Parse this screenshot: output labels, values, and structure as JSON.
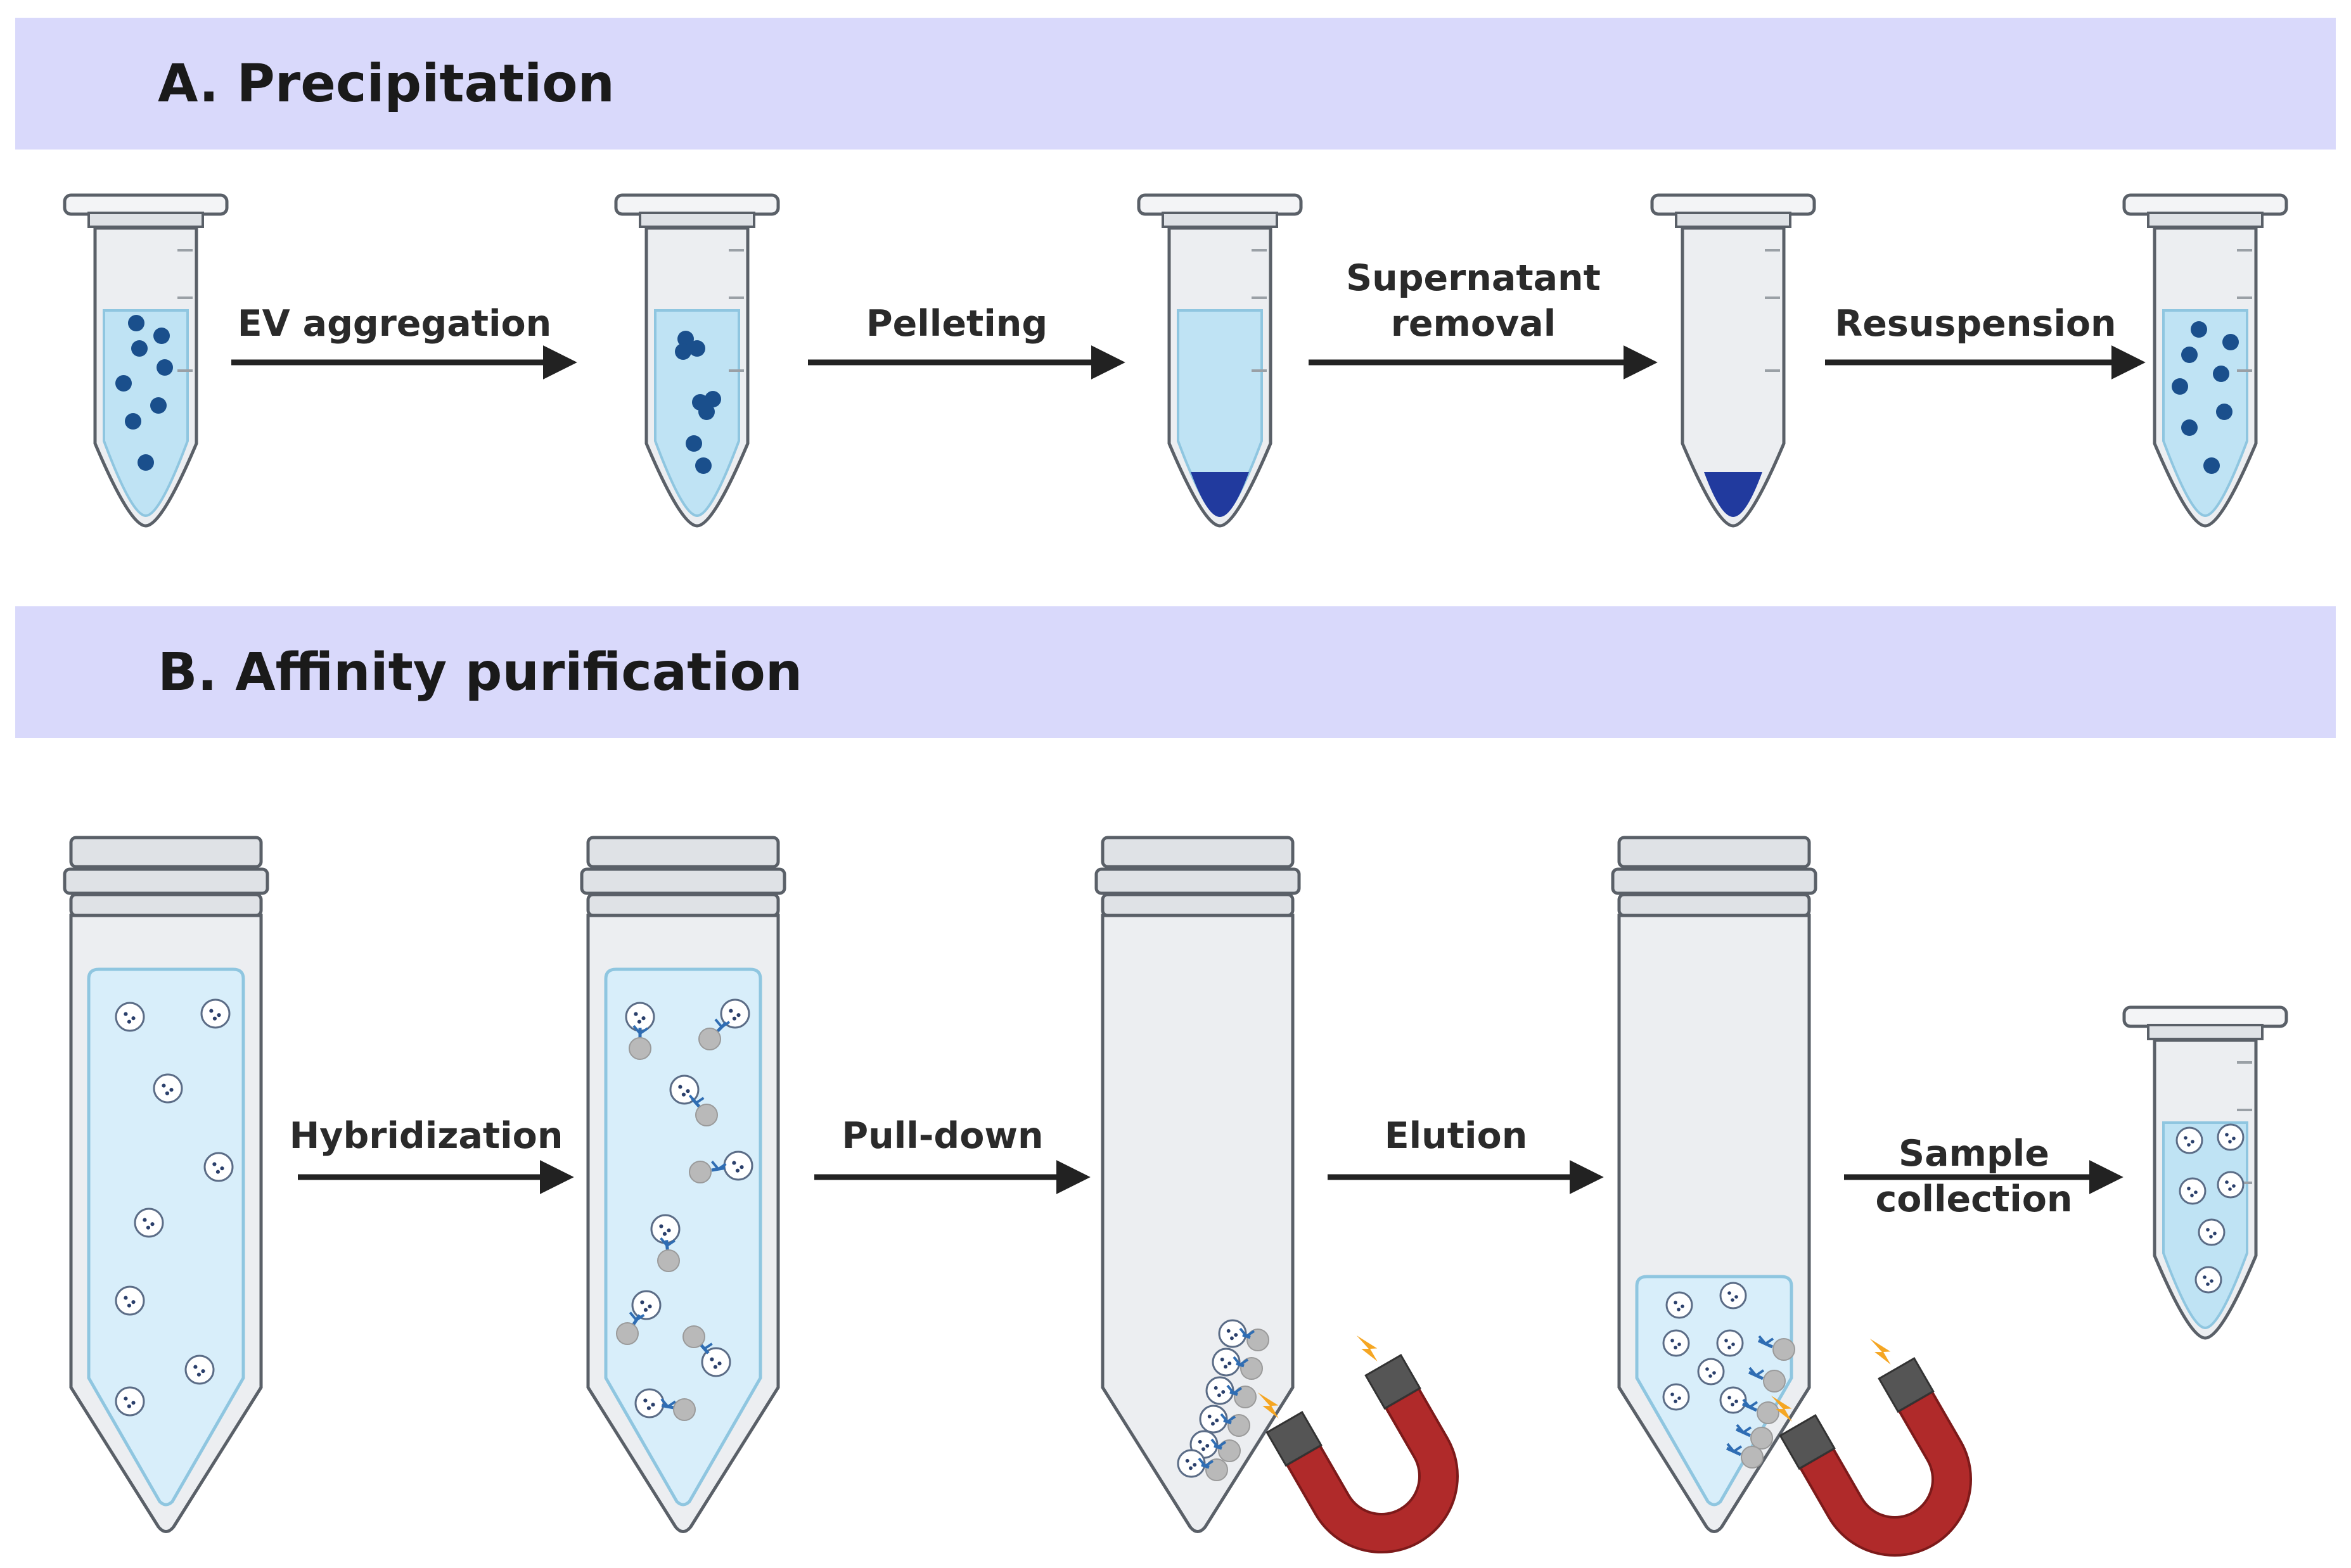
{
  "sections": {
    "a": {
      "title": "A. Precipitation"
    },
    "b": {
      "title": "B. Affinity purification"
    }
  },
  "steps_a": [
    {
      "lines": [
        "EV aggregation"
      ]
    },
    {
      "lines": [
        "Pelleting"
      ]
    },
    {
      "lines": [
        "Supernatant",
        "removal"
      ]
    },
    {
      "lines": [
        "Resuspension"
      ]
    }
  ],
  "steps_b": [
    {
      "lines": [
        "Hybridization"
      ]
    },
    {
      "lines": [
        "Pull-down"
      ]
    },
    {
      "lines": [
        "Elution"
      ]
    },
    {
      "lines": [
        "Sample",
        "collection"
      ]
    }
  ],
  "colors": {
    "banner": "#d9d9fb",
    "liquid": "#bfe3f4",
    "liquid_light": "#d8eefa",
    "tube_body": "#eceef1",
    "tube_outline": "#5a6068",
    "vesicle": "#1a4f8c",
    "pellet": "#213a9e",
    "bead": "#b9b9b9",
    "magnet_red": "#b02a2a",
    "magnet_tip": "#555555",
    "spark": "#f5a623",
    "arrow": "#222222"
  }
}
